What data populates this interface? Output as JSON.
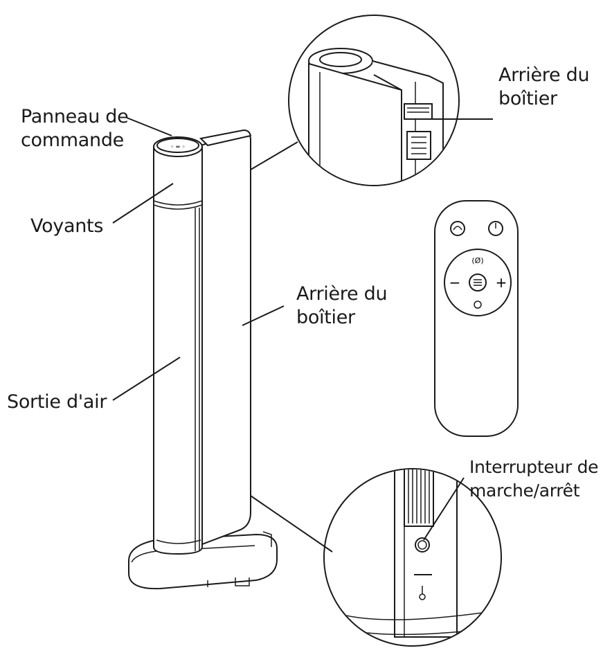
{
  "labels": {
    "control_panel": [
      "Panneau de",
      "commande"
    ],
    "indicators": [
      "Voyants"
    ],
    "air_outlet": [
      "Sortie d'air"
    ],
    "rear_housing": [
      "Arrière du",
      "boîtier"
    ],
    "rear_housing_inset": [
      "Arrière du",
      "boîtier"
    ],
    "power_switch": [
      "Interrupteur de",
      "marche/arrêt"
    ]
  },
  "remote": {
    "minus": "−",
    "plus": "+"
  },
  "colors": {
    "line": "#1a1a1a",
    "background": "#ffffff"
  }
}
